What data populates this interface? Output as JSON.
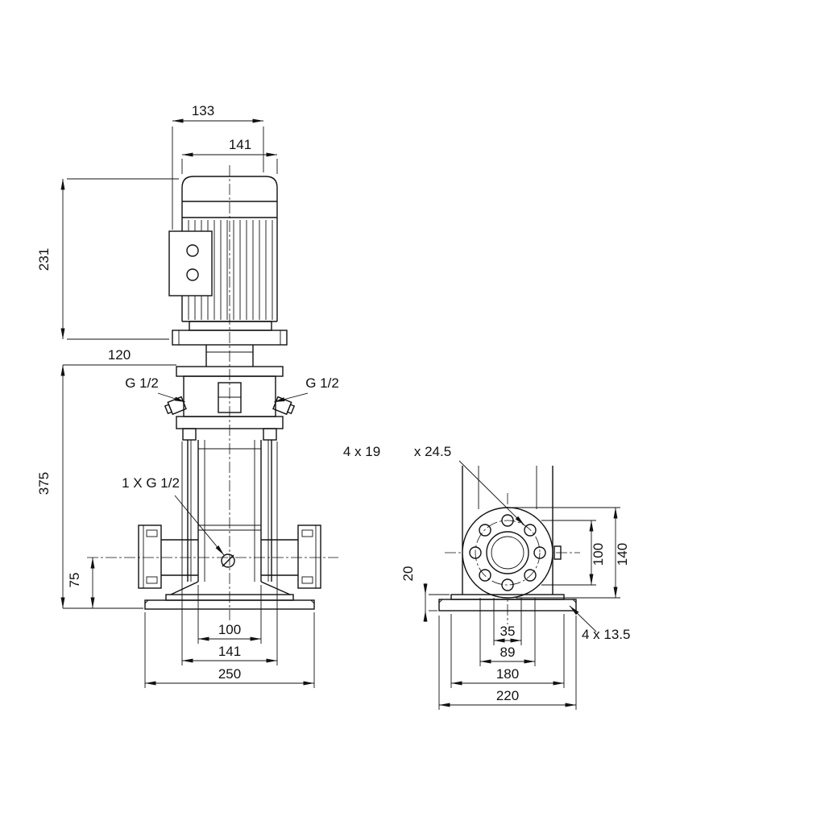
{
  "front_view": {
    "dim_133": "133",
    "dim_141_top": "141",
    "dim_231": "231",
    "dim_120": "120",
    "dim_375": "375",
    "dim_75": "75",
    "label_g12_left": "G 1/2",
    "label_g12_right": "G 1/2",
    "label_drain": "1 X G 1/2",
    "dim_100": "100",
    "dim_141_bottom": "141",
    "dim_250": "250"
  },
  "side_view": {
    "label_holes": "4 x 19",
    "label_counterbore": "x 24.5",
    "dim_20": "20",
    "dim_100": "100",
    "dim_140": "140",
    "dim_35": "35",
    "dim_89": "89",
    "dim_180": "180",
    "dim_220": "220",
    "label_base_holes": "4 x 13.5"
  }
}
